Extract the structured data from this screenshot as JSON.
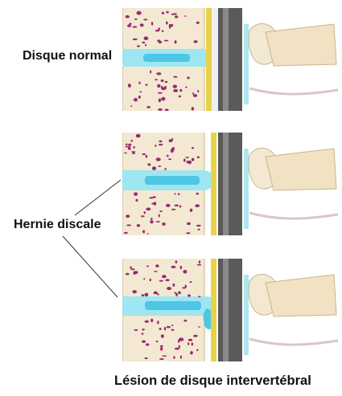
{
  "labels": {
    "normal_disc": "Disque normal",
    "herniated_disc": "Hernie discale"
  },
  "caption": "Lésion de disque intervertébral",
  "panels": [
    {
      "name": "normal-disc",
      "disc_state": "normal"
    },
    {
      "name": "herniated-disc",
      "disc_state": "bulging"
    },
    {
      "name": "herniated-disc",
      "disc_state": "herniated"
    }
  ],
  "colors": {
    "bone_fill": "#f3e9d2",
    "bone_pore": "#9a2b73",
    "disc": "#9ee6f2",
    "disc_core": "#4ec6e4",
    "spinal_cord": "#5a5a5a",
    "ligament": "#e8d24a",
    "pointer_line": "#333333"
  }
}
